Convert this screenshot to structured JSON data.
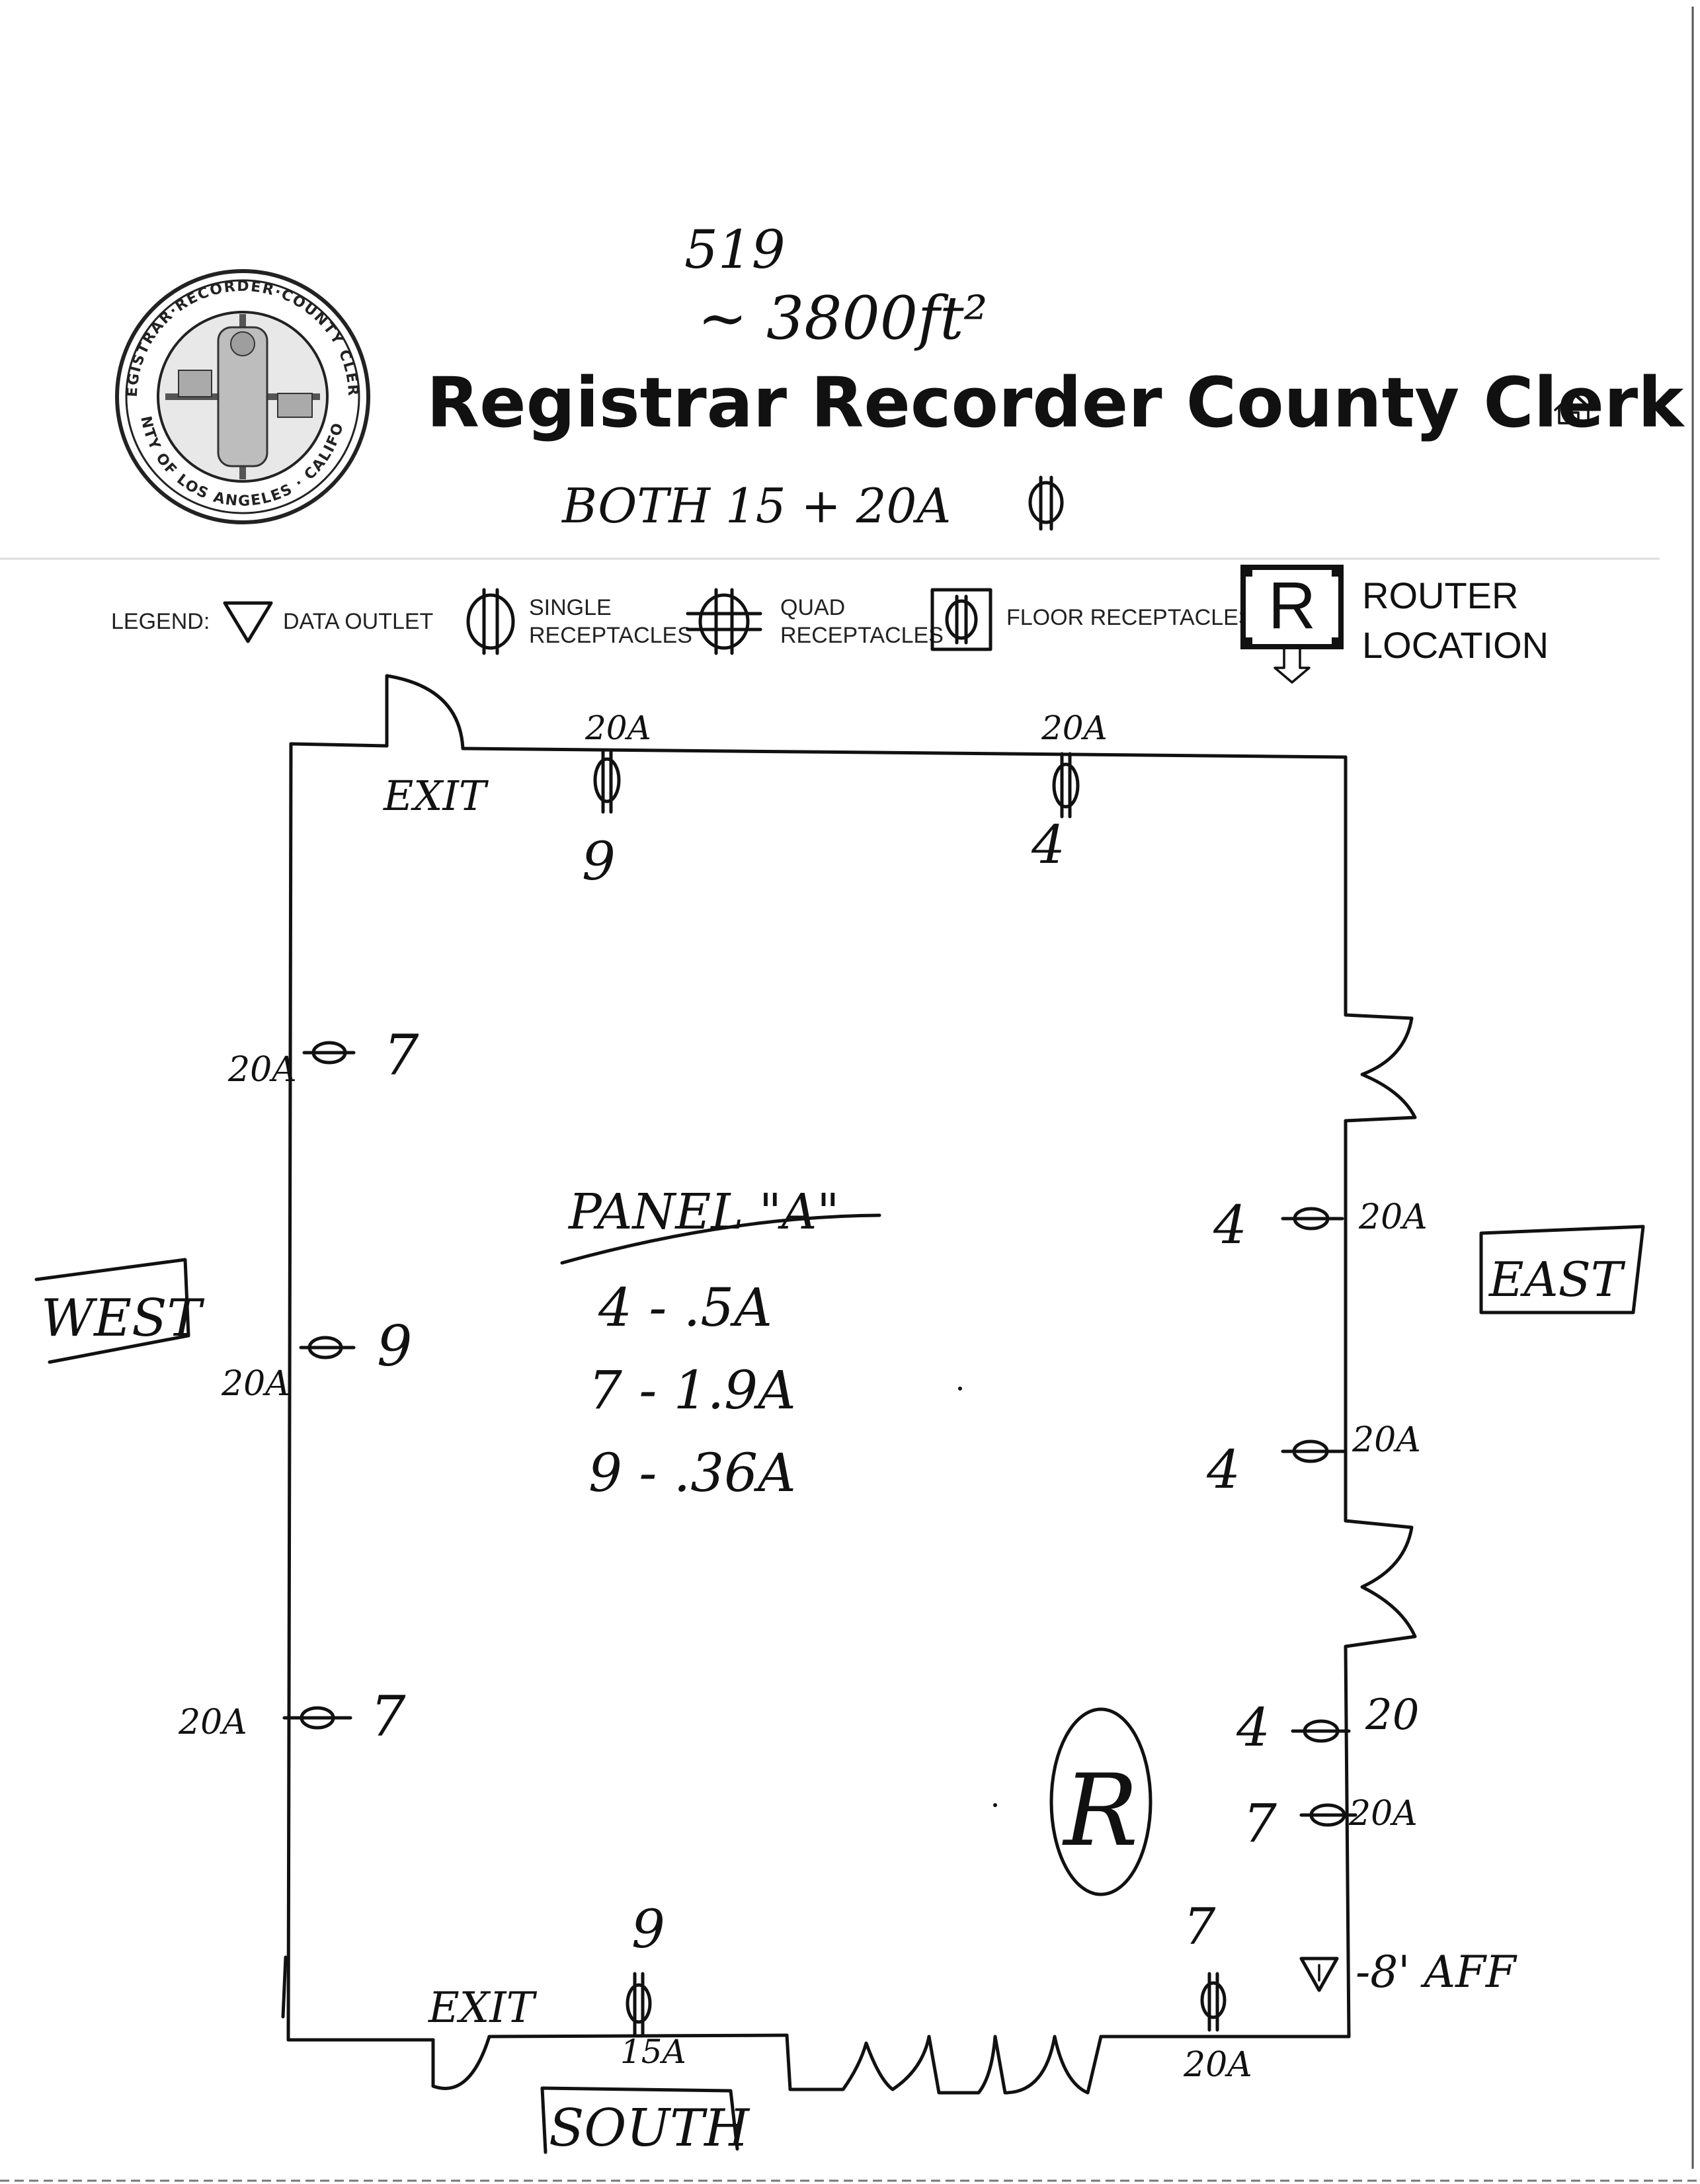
{
  "header": {
    "title": "Registrar Recorder County Clerk",
    "note_519": "519",
    "note_area": "~ 3800ft²",
    "note_both": "BOTH 15 + 20A",
    "seal_ring_top": "REGISTRAR·RECORDER·COUNTY CLERK",
    "seal_ring_bottom": "COUNTY OF LOS ANGELES · CALIFORNIA"
  },
  "legend": {
    "label": "LEGEND:",
    "data_outlet": "DATA OUTLET",
    "single_1": "SINGLE",
    "single_2": "RECEPTACLES",
    "quad_1": "QUAD",
    "quad_2": "RECEPTACLES",
    "floor": "FLOOR RECEPTACLES",
    "router_letter": "R",
    "router_1": "ROUTER",
    "router_2": "LOCATION"
  },
  "plan": {
    "exit_top": "EXIT",
    "exit_bottom": "EXIT",
    "west": "WEST",
    "east": "EAST",
    "south": "SOUTH",
    "panel_title": "PANEL \"A\"",
    "panel_lines": [
      "4 - .5A",
      "7 - 1.9A",
      "9 - .36A"
    ],
    "router_letter": "R",
    "data_outlet_note": "-8' AFF",
    "top_outlets": [
      {
        "amp": "20A",
        "circuit": "9"
      },
      {
        "amp": "20A",
        "circuit": "4"
      }
    ],
    "west_outlets": [
      {
        "amp": "20A",
        "circuit": "7"
      },
      {
        "amp": "20A",
        "circuit": "9"
      },
      {
        "amp": "20A",
        "circuit": "7"
      }
    ],
    "east_outlets": [
      {
        "amp": "20A",
        "circuit": "4"
      },
      {
        "amp": "20A",
        "circuit": "4"
      },
      {
        "amp": "20",
        "circuit": "4"
      },
      {
        "amp": "20A",
        "circuit": "7"
      }
    ],
    "bottom_outlets": [
      {
        "amp": "15A",
        "circuit": "9"
      },
      {
        "amp": "20A",
        "circuit": "7"
      }
    ]
  }
}
